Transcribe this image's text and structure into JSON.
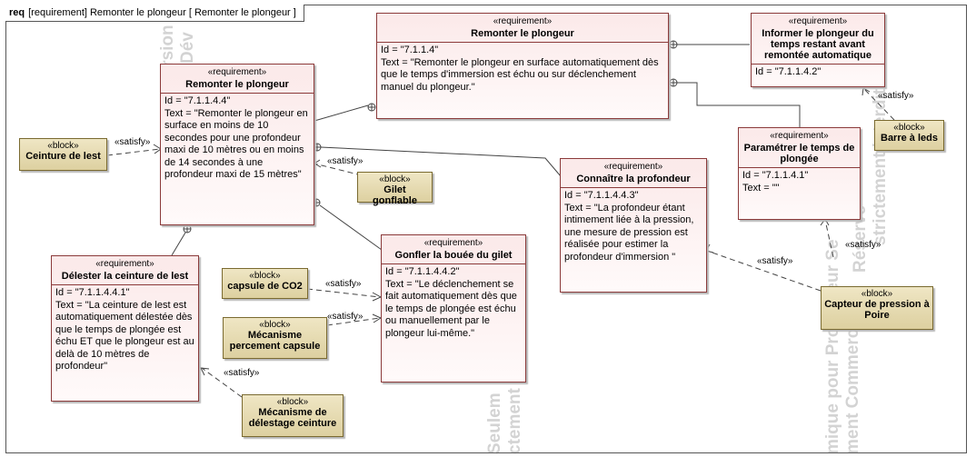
{
  "frame": {
    "keyword": "req",
    "title": "[requirement] Remonter le plongeur [ Remonter le plongeur ]"
  },
  "watermarks": [
    "Version",
    "Dév",
    "Seulem",
    "ctement",
    "Réservé",
    "strictement interdit",
    "mique pour Professeur Se",
    "ment Commercial st"
  ],
  "stereotypes": {
    "requirement": "«requirement»",
    "block": "«block»"
  },
  "requirements": {
    "r7114": {
      "name": "Remonter le plongeur",
      "id": "Id = \"7.1.1.4\"",
      "text": "Text = \"Remonter le plongeur en surface automatiquement dès que le temps d'immersion est échu ou sur déclenchement manuel du plongeur.\""
    },
    "r7114_2": {
      "name": "Informer le plongeur du temps restant avant remontée automatique",
      "id": "Id = \"7.1.1.4.2\""
    },
    "r7114_1": {
      "name": "Paramétrer le temps de plongée",
      "id": "Id = \"7.1.1.4.1\"",
      "text": "Text = \"\""
    },
    "r71144": {
      "name": "Remonter le plongeur",
      "id": "Id = \"7.1.1.4.4\"",
      "text": "Text = \"Remonter le plongeur en surface en moins de 10 secondes pour une profondeur maxi de 10 mètres ou en moins de 14 secondes à une profondeur maxi de 15 mètres\""
    },
    "r711443": {
      "name": "Connaître la profondeur",
      "id": "Id = \"7.1.1.4.4.3\"",
      "text": "Text = \"La profondeur étant intimement liée à la pression, une mesure de pression est réalisée pour estimer la profondeur d'immersion \""
    },
    "r711442": {
      "name": "Gonfler la bouée du gilet",
      "id": "Id = \"7.1.1.4.4.2\"",
      "text": "Text = \"Le déclenchement se fait automatiquement dès que le temps de plongée est échu ou manuellement par le plongeur lui-même.\""
    },
    "r711441": {
      "name": "Délester la ceinture de lest",
      "id": "Id = \"7.1.1.4.4.1\"",
      "text": "Text = \"La ceinture de lest est automatiquement délestée dès que le temps de plongée est échu ET que le plongeur est au delà de 10 mètres de profondeur\""
    }
  },
  "blocks": {
    "ceinture": "Ceinture de lest",
    "gilet": "Gilet gonflable",
    "barre": "Barre à leds",
    "capteur": "Capteur de pression à Poire",
    "co2": "capsule de CO2",
    "mecanisme": "Mécanisme percement capsule",
    "delestage": "Mécanisme de délestage ceinture"
  },
  "relation_label": "«satisfy»"
}
